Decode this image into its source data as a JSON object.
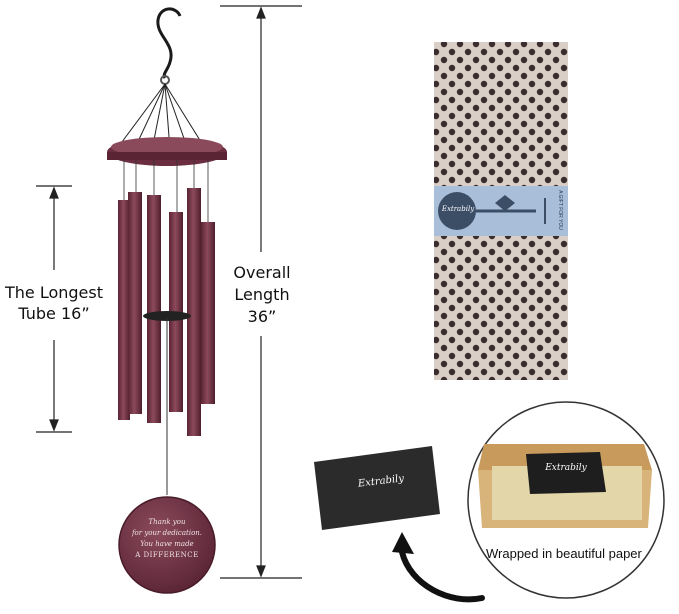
{
  "labels": {
    "longest_tube_line1": "The Longest",
    "longest_tube_line2": "Tube 16”",
    "overall_line1": "Overall",
    "overall_line2": "Length",
    "overall_line3": "36”"
  },
  "medallion": {
    "line1": "Thank you",
    "line2": "for your dedication.",
    "line3": "You have made",
    "line4": "A DIFFERENCE"
  },
  "card": {
    "brand": "Extrabily"
  },
  "box": {
    "brand": "Extrabily"
  },
  "wrap_band": {
    "brand": "Extrabily",
    "side_text": "A GIFT FOR YOU"
  },
  "caption": "Wrapped in beautiful paper",
  "colors": {
    "tube": "#7a3a4c",
    "tube_dark": "#5a2434",
    "paper": "#d9cfc6",
    "dot": "#3b2d2d",
    "band": "#a9bfd9",
    "box": "#c89a5c"
  },
  "icons": [
    "hook-icon",
    "curved-arrow-icon"
  ]
}
